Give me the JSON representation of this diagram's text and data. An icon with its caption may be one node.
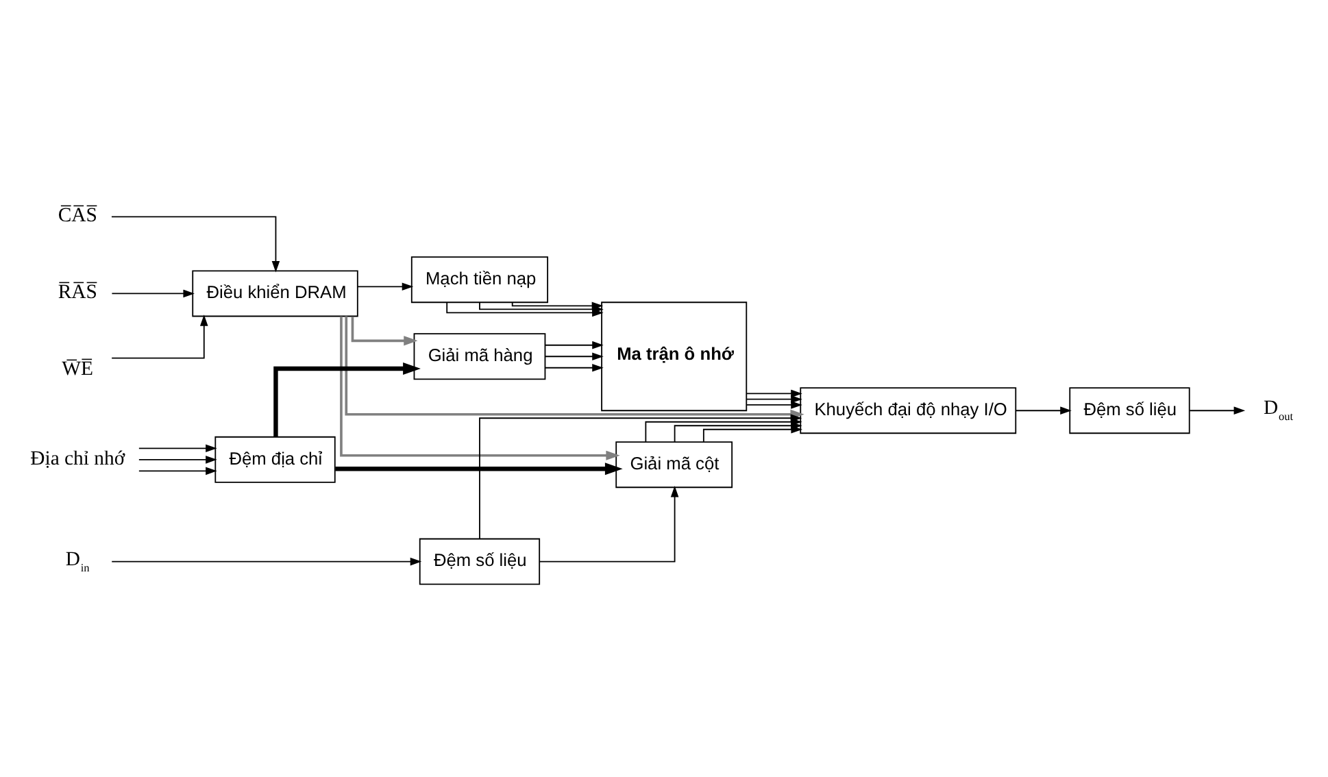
{
  "diagram": {
    "nodes": [
      {
        "text": [
          "C̅A̅S̅"
        ]
      },
      {
        "text": [
          "R̅A̅S̅"
        ]
      },
      {
        "text": [
          "W̅E̅"
        ]
      },
      {
        "text": [
          "Điều khiển DRAM"
        ]
      },
      {
        "text": [
          "Mạch tiền nạp"
        ]
      },
      {
        "text": [
          "Địa chỉ nhớ"
        ]
      },
      {
        "text": [
          "Đệm địa chỉ"
        ]
      },
      {
        "text": [
          "Giải mã hàng"
        ]
      },
      {
        "text": [
          "Ma trận ô nhớ"
        ]
      },
      {
        "text": [
          "D$_{in}$"
        ]
      },
      {
        "text": [
          "Đệm số liệu"
        ]
      },
      {
        "text": [
          "Khuyếch đại độ nhạy I/O"
        ]
      },
      {
        "text": [
          "Đệm số liệu"
        ]
      },
      {
        "text": [
          "D$_{out}$"
        ]
      },
      {
        "text": [
          "Giải mã cột"
        ]
      }
    ],
    "edges": [
      {
        "from": 0,
        "to": 3,
        "arrow": "to"
      },
      {
        "from": 1,
        "to": 3,
        "arrow": "to"
      },
      {
        "from": 2,
        "to": 3,
        "arrow": "to"
      },
      {
        "from": 3,
        "to": 4,
        "arrow": "to"
      },
      {
        "from": 3,
        "to": 7,
        "arrow": "to",
        "color": "#808080"
      },
      {
        "from": 3,
        "to": 11,
        "arrow": "to",
        "color": "#808080"
      },
      {
        "from": 3,
        "to": 14,
        "arrow": "to",
        "color": "#808080"
      },
      {
        "from": 5,
        "to": 6,
        "arrow": "to"
      },
      {
        "from": 5,
        "to": 6,
        "arrow": "to"
      },
      {
        "from": 5,
        "to": 6,
        "arrow": "to"
      },
      {
        "from": 6,
        "to": 7,
        "arrow": "to",
        "style": "thick"
      },
      {
        "from": 6,
        "to": 14,
        "arrow": "to",
        "style": "thick"
      },
      {
        "from": 4,
        "to": 8,
        "arrow": "to"
      },
      {
        "from": 4,
        "to": 8,
        "arrow": "to"
      },
      {
        "from": 4,
        "to": 8,
        "arrow": "to"
      },
      {
        "from": 7,
        "to": 8,
        "arrow": "to"
      },
      {
        "from": 7,
        "to": 8,
        "arrow": "to"
      },
      {
        "from": 7,
        "to": 8,
        "arrow": "to"
      },
      {
        "from": 8,
        "to": 11,
        "arrow": "to"
      },
      {
        "from": 8,
        "to": 11,
        "arrow": "to"
      },
      {
        "from": 8,
        "to": 11,
        "arrow": "to"
      },
      {
        "from": 9,
        "to": 10,
        "arrow": "to"
      },
      {
        "from": 10,
        "to": 11,
        "arrow": "to"
      },
      {
        "from": 10,
        "to": 14,
        "arrow": "to"
      },
      {
        "from": 14,
        "to": 11,
        "arrow": "to"
      },
      {
        "from": 14,
        "to": 11,
        "arrow": "to"
      },
      {
        "from": 14,
        "to": 11,
        "arrow": "to"
      },
      {
        "from": 11,
        "to": 12,
        "arrow": "to"
      },
      {
        "from": 12,
        "to": 13,
        "arrow": "to"
      }
    ]
  }
}
